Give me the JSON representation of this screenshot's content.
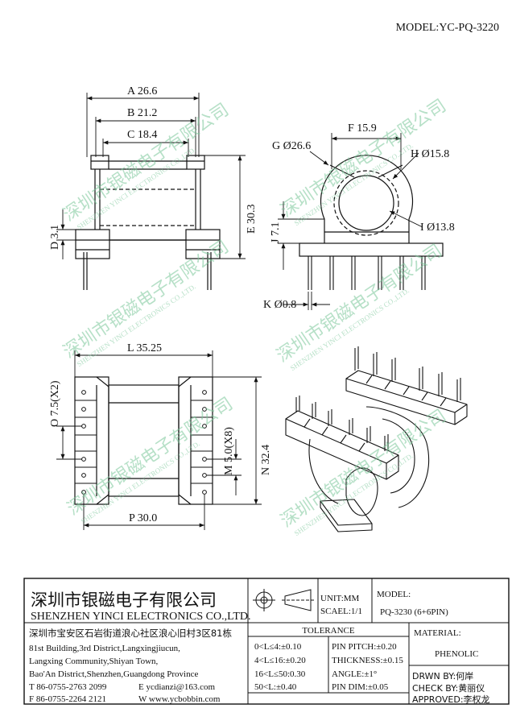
{
  "model_label": "MODEL:YC-PQ-3220",
  "dimensions": {
    "A": "A 26.6",
    "B": "B 21.2",
    "C": "C 18.4",
    "D": "D 3.1",
    "E": "E 30.3",
    "F": "F 15.9",
    "G": "G Ø26.6",
    "H": "H Ø15.8",
    "I": "I Ø13.8",
    "J": "J 7.1",
    "K": "K Ø0.8",
    "L": "L 35.25",
    "M": "M 5.0(X8)",
    "N": "N 32.4",
    "O": "O 7.5(X2)",
    "P": "P 30.0"
  },
  "watermark": {
    "cn": "深圳市银磁电子有限公司",
    "en": "SHENZHEN YINCI ELECTRONICS CO.,LTD."
  },
  "company": {
    "name_cn": "深圳市银磁电子有限公司",
    "name_en": "SHENZHEN YINCI ELECTRONICS CO.,LTD.",
    "address_cn": "深圳市宝安区石岩街道浪心社区浪心旧村3区81栋",
    "address_en_1": "81st Building,3rd District,Langxingjiucun,",
    "address_en_2": "Langxing Community,Shiyan Town,",
    "address_en_3": "Bao'An District,Shenzhen,Guangdong Province",
    "tel": "T 86-0755-2763 2099",
    "email": "E ycdianzi@163.com",
    "fax": "F 86-0755-2264 2121",
    "web": "W www.ycbobbin.com"
  },
  "titleblock": {
    "unit": "UNIT:MM",
    "scale": "SCAEL:1/1",
    "model_head": "MODEL:",
    "model_value": "PQ-3230 (6+6PIN)",
    "tolerance_head": "TOLERANCE",
    "tol_1": "0<L≤4:±0.10",
    "tol_2": "4<L≤16:±0.20",
    "tol_3": "16<L≤50:0.30",
    "tol_4": "50<L:±0.40",
    "tol_5": "PIN PITCH:±0.20",
    "tol_6": "THICKNESS:±0.15",
    "tol_7": "ANGLE:±1°",
    "tol_8": "PIN DIM:±0.05",
    "material_head": "MATERIAL:",
    "material_value": "PHENOLIC",
    "drawn": "DRWN BY:何岸",
    "check": "CHECK BY:黄丽仪",
    "approved": "APPROVED:李权龙"
  }
}
